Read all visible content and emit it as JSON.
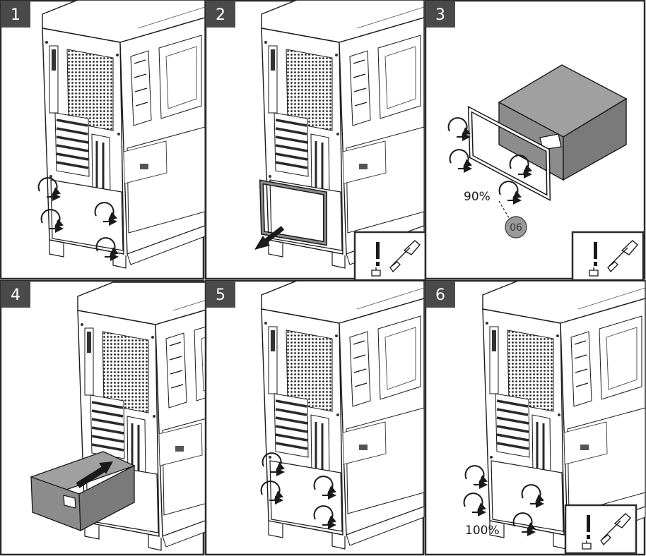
{
  "steps": [
    {
      "number": "1"
    },
    {
      "number": "2"
    },
    {
      "number": "3",
      "rotation_label": "90%",
      "part_label": "06"
    },
    {
      "number": "4"
    },
    {
      "number": "5"
    },
    {
      "number": "6",
      "rotation_label": "100%"
    }
  ],
  "icons": {
    "caution": "exclamation-icon",
    "tool": "screwdriver-icon"
  },
  "colors": {
    "panel_border": "#2b2b2b",
    "badge_fill": "#4a4a4a",
    "psu_fill": "#8c8c8c",
    "part_badge_fill": "#9a9a9a"
  }
}
